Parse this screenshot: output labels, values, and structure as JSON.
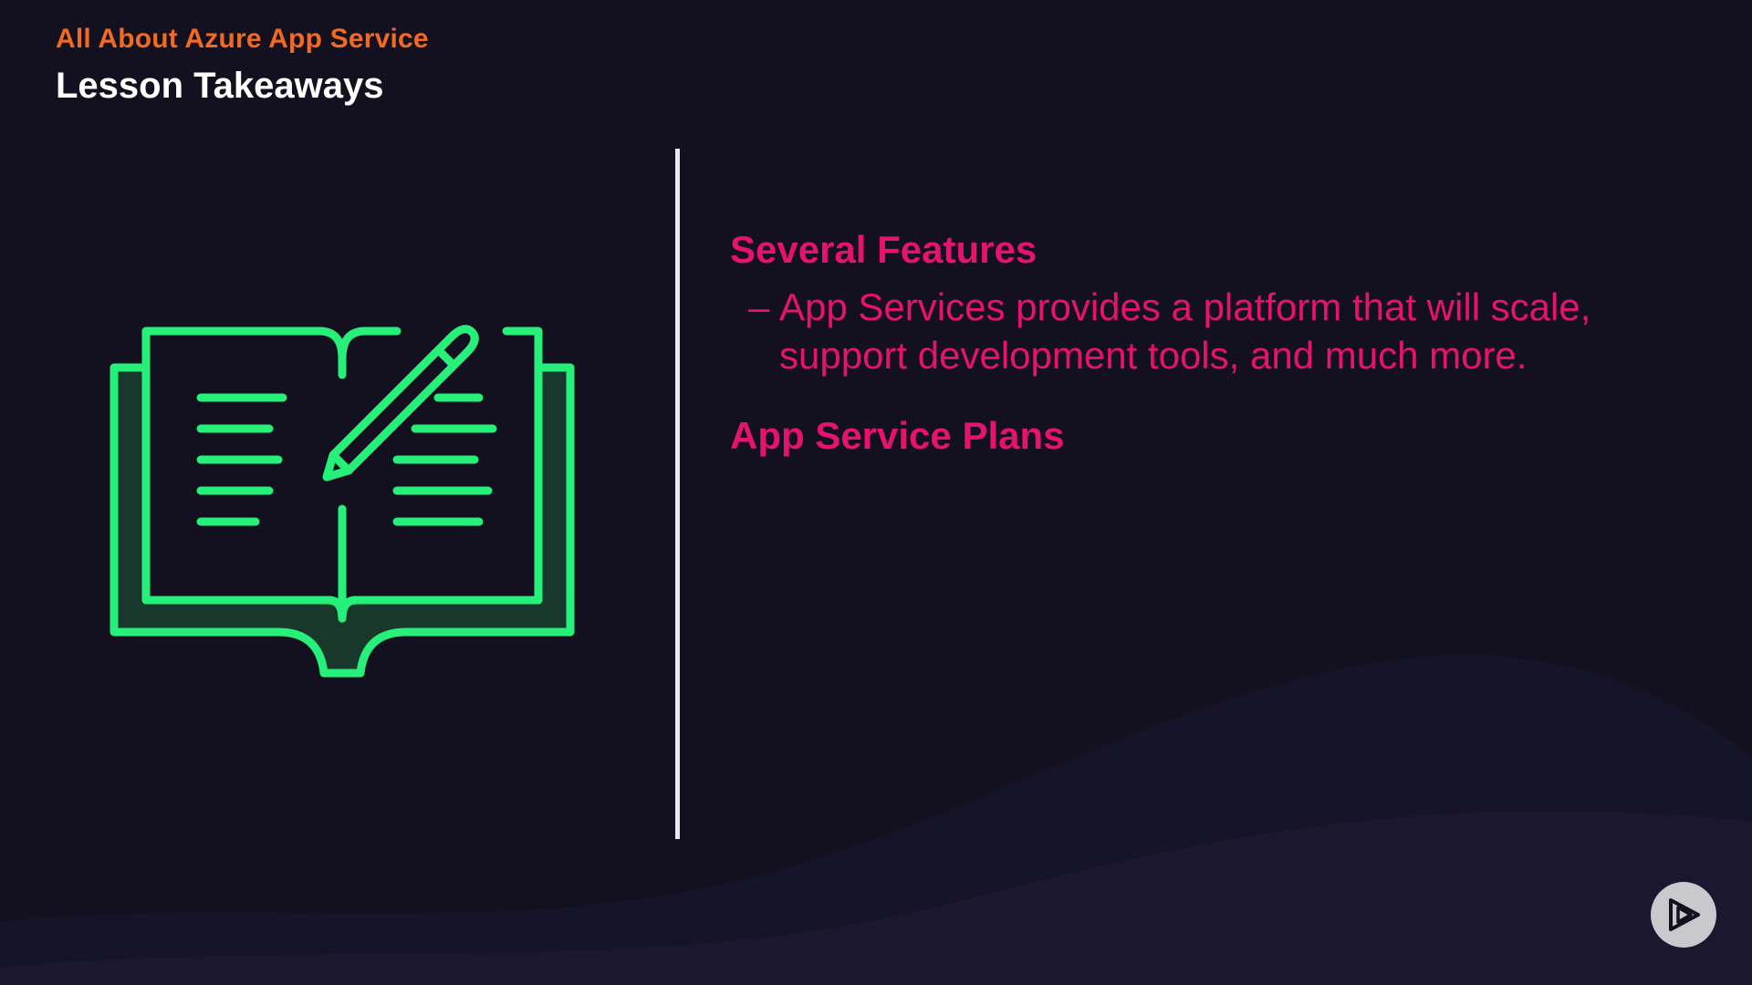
{
  "header": {
    "course_title": "All About Azure App Service",
    "lesson_title": "Lesson Takeaways"
  },
  "content": {
    "sections": [
      {
        "heading": "Several Features",
        "bullets": [
          {
            "dash": "–",
            "text": "App Services provides a platform that will scale, support development tools, and much more."
          }
        ]
      },
      {
        "heading": "App Service Plans",
        "bullets": []
      }
    ]
  },
  "icons": {
    "illustration": "open-book-with-pencil-icon",
    "player_logo": "play-logo-icon"
  },
  "colors": {
    "background": "#13111f",
    "course_title": "#f26a21",
    "lesson_title": "#ffffff",
    "accent_pink": "#e6126f",
    "illustration_green": "#26f07a",
    "illustration_fill": "#17382b",
    "divider": "#e9e8f0"
  }
}
